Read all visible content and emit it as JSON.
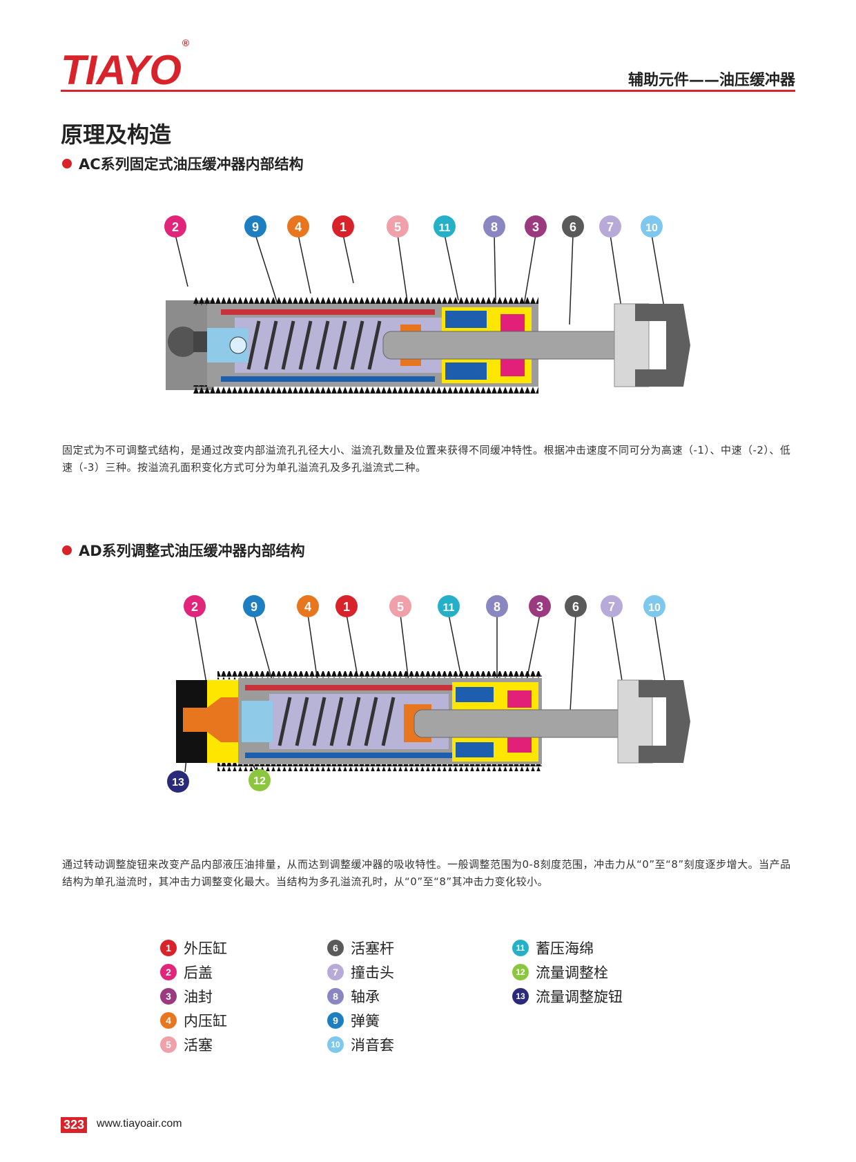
{
  "header": {
    "brand": "TIAYO",
    "registered": "®",
    "title": "辅助元件——油压缓冲器"
  },
  "page_title": "原理及构造",
  "sections": [
    {
      "heading": "AC系列固定式油压缓冲器内部结构",
      "description": "固定式为不可调整式结构，是通过改变内部溢流孔孔径大小、溢流孔数量及位置来获得不同缓冲特性。根据冲击速度不同可分为高速（-1）、中速（-2）、低速（-3）三种。按溢流孔面积变化方式可分为单孔溢流孔及多孔溢流式二种。",
      "callouts": [
        "2",
        "9",
        "4",
        "1",
        "5",
        "11",
        "8",
        "3",
        "6",
        "7",
        "10"
      ]
    },
    {
      "heading": "AD系列调整式油压缓冲器内部结构",
      "description": "通过转动调整旋钮来改变产品内部液压油排量，从而达到调整缓冲器的吸收特性。一般调整范围为0-8刻度范围，冲击力从“0”至“8”刻度逐步增大。当产品结构为单孔溢流时，其冲击力调整变化最大。当结构为多孔溢流孔时，从“0”至“8”其冲击力变化较小。",
      "callouts": [
        "2",
        "9",
        "4",
        "1",
        "5",
        "11",
        "8",
        "3",
        "6",
        "7",
        "10",
        "13",
        "12"
      ]
    }
  ],
  "legend": [
    {
      "num": "1",
      "label": "外压缸",
      "color": "#d8232a"
    },
    {
      "num": "2",
      "label": "后盖",
      "color": "#e0257a"
    },
    {
      "num": "3",
      "label": "油封",
      "color": "#9b3a7e"
    },
    {
      "num": "4",
      "label": "内压缸",
      "color": "#e8761e"
    },
    {
      "num": "5",
      "label": "活塞",
      "color": "#f0a0a8"
    },
    {
      "num": "6",
      "label": "活塞杆",
      "color": "#5a5a5a"
    },
    {
      "num": "7",
      "label": "撞击头",
      "color": "#b7a9d8"
    },
    {
      "num": "8",
      "label": "轴承",
      "color": "#8a86c2"
    },
    {
      "num": "9",
      "label": "弹簧",
      "color": "#1d7fc1"
    },
    {
      "num": "10",
      "label": "消音套",
      "color": "#7ec8ee"
    },
    {
      "num": "11",
      "label": "蓄压海绵",
      "color": "#26b0c8"
    },
    {
      "num": "12",
      "label": "流量调整栓",
      "color": "#8cc63f"
    },
    {
      "num": "13",
      "label": "流量调整旋钮",
      "color": "#2a2a7a"
    }
  ],
  "footer": {
    "page_number": "323",
    "url": "www.tiayoair.com"
  }
}
